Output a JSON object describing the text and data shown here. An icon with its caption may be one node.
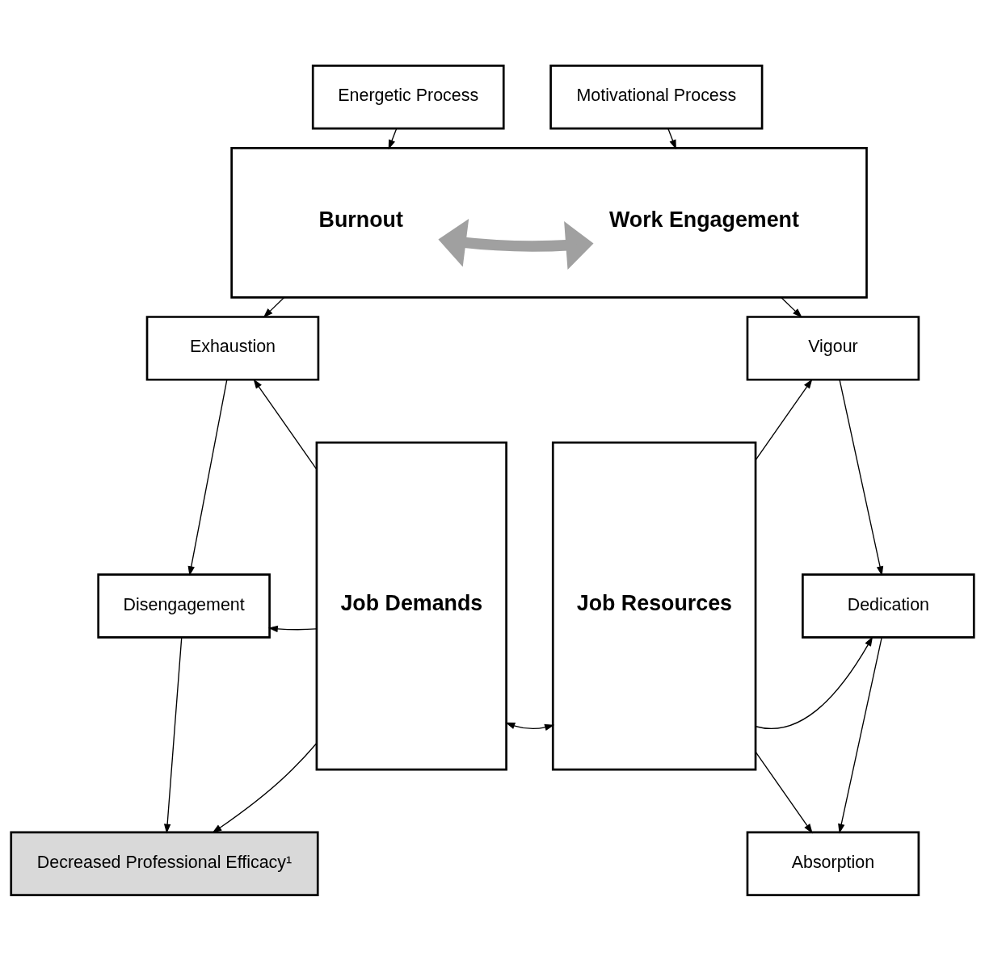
{
  "diagram": {
    "nodes": [
      {
        "text": [
          "Energetic Process"
        ]
      },
      {
        "text": [
          "Motivational Process"
        ]
      },
      {
        "text": [],
        "shape": "box"
      },
      {
        "text": [
          "Burnout"
        ],
        "in": 2
      },
      {
        "text": [
          "Work Engagement"
        ],
        "in": 2
      },
      {
        "text": [
          "Exhaustion"
        ]
      },
      {
        "text": [
          "Job Demands"
        ]
      },
      {
        "text": [
          "Job Resources"
        ]
      },
      {
        "text": [
          "Vigour"
        ]
      },
      {
        "text": [
          "Disengagement"
        ]
      },
      {
        "text": [
          "Dedication"
        ]
      },
      {
        "text": [
          "Decreased Professional Efficacy¹"
        ]
      },
      {
        "text": [
          "Absorption"
        ]
      }
    ],
    "edges": [
      {
        "from": 0,
        "to": 2,
        "arrow": "to"
      },
      {
        "from": 1,
        "to": 2,
        "arrow": "to"
      },
      {
        "from": 3,
        "to": 4,
        "arrow": "both",
        "style": "thick",
        "color": "#a0a0a0"
      },
      {
        "from": 2,
        "to": 5,
        "arrow": "to"
      },
      {
        "from": 2,
        "to": 8,
        "arrow": "to"
      },
      {
        "from": 6,
        "to": 5,
        "arrow": "to"
      },
      {
        "from": 7,
        "to": 8,
        "arrow": "to"
      },
      {
        "from": 5,
        "to": 9,
        "arrow": "to"
      },
      {
        "from": 8,
        "to": 10,
        "arrow": "to"
      },
      {
        "from": 6,
        "to": 9,
        "arrow": "to"
      },
      {
        "from": 6,
        "to": 7,
        "arrow": "both"
      },
      {
        "from": 7,
        "to": 10,
        "arrow": "to"
      },
      {
        "from": 9,
        "to": 11,
        "arrow": "to"
      },
      {
        "from": 10,
        "to": 12,
        "arrow": "to"
      },
      {
        "from": 6,
        "to": 11,
        "arrow": "to"
      },
      {
        "from": 7,
        "to": 12,
        "arrow": "to"
      }
    ]
  }
}
